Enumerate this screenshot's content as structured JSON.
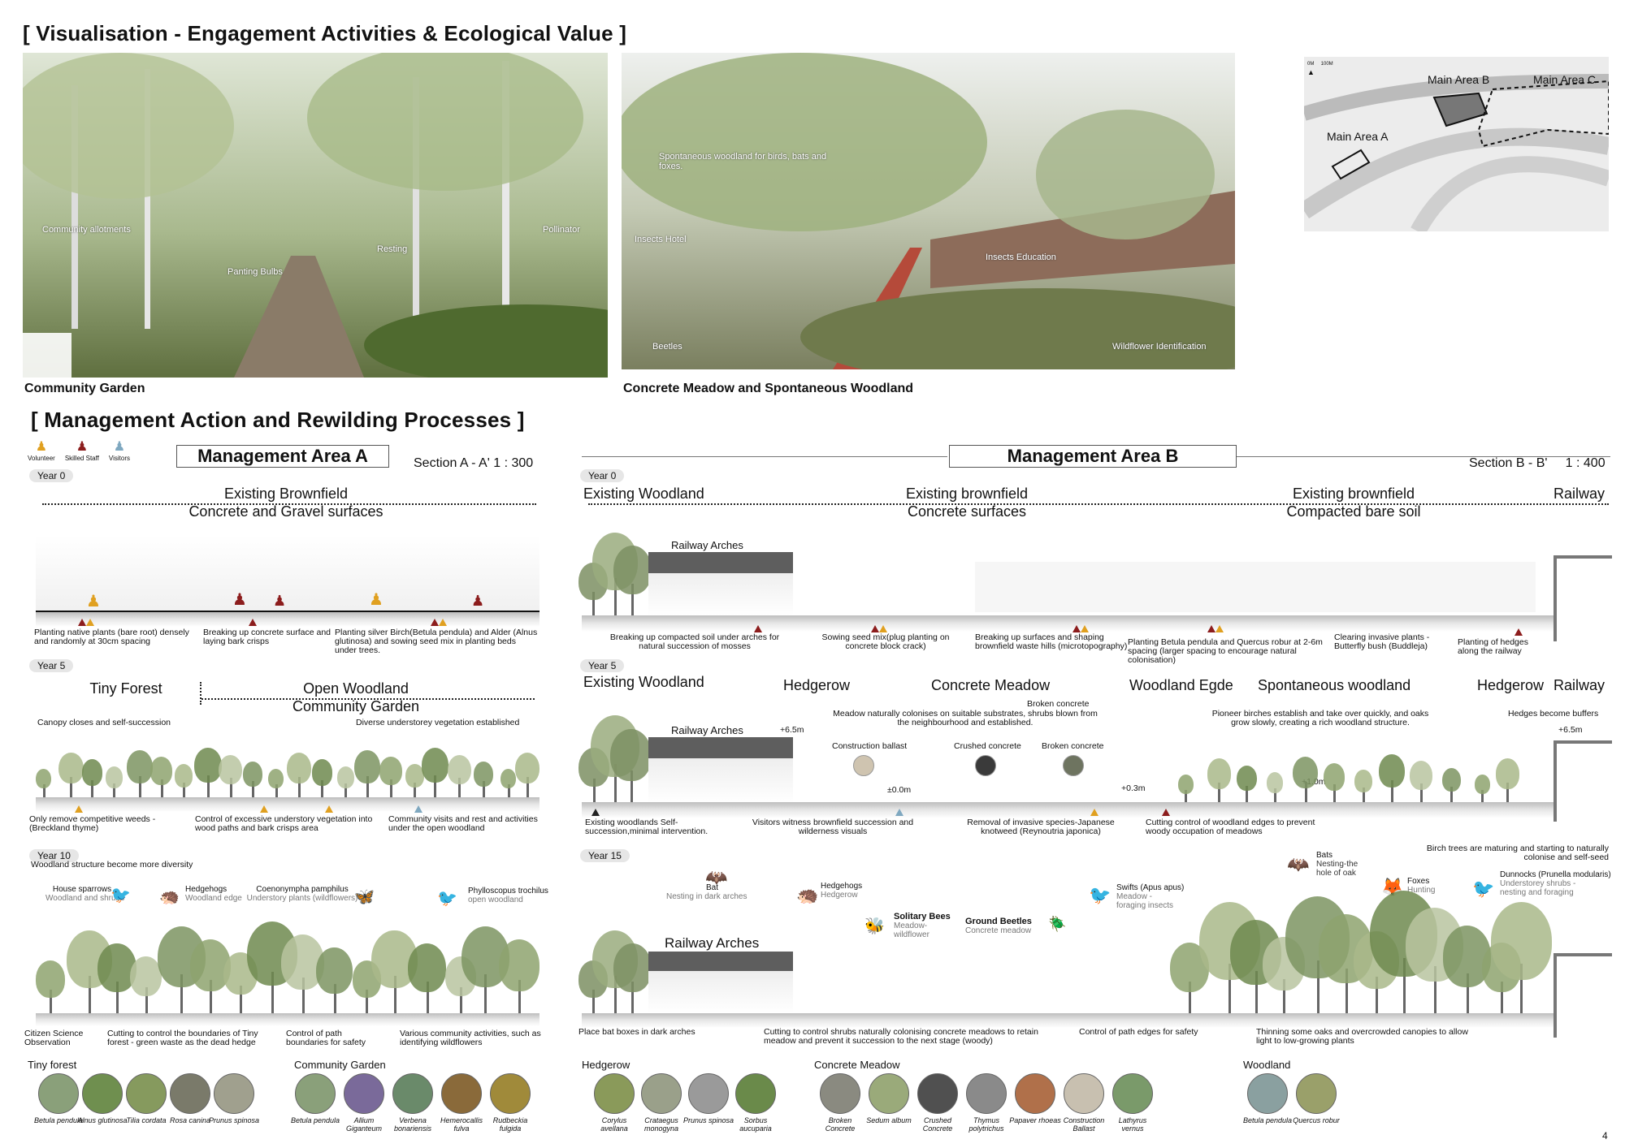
{
  "titles": {
    "visualisation": "[  Visualisation - Engagement Activities & Ecological Value ]",
    "management": "[  Management Action and Rewilding Processes ]"
  },
  "photo1": {
    "caption": "Community Garden",
    "labels": [
      "Community allotments",
      "Panting Bulbs",
      "Resting",
      "Pollinator"
    ]
  },
  "photo2": {
    "caption": "Concrete Meadow and Spontaneous Woodland",
    "labels": [
      "Spontaneous woodland for birds, bats and foxes.",
      "Insects Hotel",
      "Insects Education",
      "Beetles",
      "Wildflower Identification"
    ]
  },
  "map": {
    "scale": "0M     100M",
    "area_a": "Main Area A",
    "area_b": "Main Area B",
    "area_c": "Main Area C"
  },
  "legend": [
    "Volunteer",
    "Skilled Staff",
    "Visitors"
  ],
  "colors": {
    "volunteer": "#e0a020",
    "staff": "#8c1d1d",
    "visitor": "#7fa8c0"
  },
  "areaA": {
    "title": "Management Area A",
    "section": "Section A - A'  1 : 300",
    "year0": {
      "tag": "Year 0",
      "h1": "Existing Brownfield",
      "h2": "Concrete and Gravel surfaces",
      "notes": [
        "Planting native plants (bare root) densely and randomly at 30cm spacing",
        "Breaking up concrete surface and laying bark crisps",
        "Planting silver Birch(Betula pendula) and Alder (Alnus glutinosa) and sowing seed mix in planting beds under trees."
      ]
    },
    "year5": {
      "tag": "Year 5",
      "h_left": "Tiny Forest",
      "h_right": "Open Woodland",
      "h_right2": "Community Garden",
      "top_left": "Canopy closes and self-succession",
      "top_right": "Diverse understorey vegetation established",
      "notes": [
        "Only remove competitive weeds - (Breckland thyme)",
        "Control of excessive understory vegetation into wood paths and bark crisps area",
        "Community visits and rest and activities under the open woodland"
      ]
    },
    "year10": {
      "tag": "Year 10",
      "subtitle": "Woodland structure become more diversity",
      "animals": [
        {
          "name": "House sparrows",
          "sub": "Woodland and shrubs"
        },
        {
          "name": "Hedgehogs",
          "sub": "Woodland edge"
        },
        {
          "name": "Coenonympha pamphilus",
          "sub": "Understory plants (wildflowers)"
        },
        {
          "name": "Phylloscopus trochilus",
          "sub": "open woodland"
        }
      ],
      "notes": [
        "Citizen Science Observation",
        "Cutting to control the boundaries of Tiny forest - green waste as the dead hedge",
        "Control of path boundaries for safety",
        "Various community activities, such as identifying wildflowers"
      ]
    },
    "species": {
      "tiny_label": "Tiny forest",
      "tiny": [
        {
          "name": "Betula pendula",
          "color": "#8aa07a"
        },
        {
          "name": "Alnus glutinosa",
          "color": "#6f8f4f"
        },
        {
          "name": "Tilia cordata",
          "color": "#869a5e"
        },
        {
          "name": "Rosa canina",
          "color": "#7a7a6a"
        },
        {
          "name": "Prunus spinosa",
          "color": "#a0a08e"
        }
      ],
      "garden_label": "Community Garden",
      "garden": [
        {
          "name": "Betula pendula",
          "color": "#8aa07a"
        },
        {
          "name": "Allium Giganteum",
          "color": "#7a6a9a"
        },
        {
          "name": "Verbena bonariensis",
          "color": "#6a8a6a"
        },
        {
          "name": "Hemerocallis fulva",
          "color": "#8a6a3a"
        },
        {
          "name": "Rudbeckia fulgida",
          "color": "#a08a3a"
        }
      ]
    }
  },
  "areaB": {
    "title": "Management Area B",
    "section": "Section B - B'     1 : 400",
    "year0": {
      "tag": "Year 0",
      "h_wood": "Existing Woodland",
      "h_brown1": "Existing brownfield",
      "h_brown1b": "Concrete surfaces",
      "h_brown2": "Existing brownfield",
      "h_brown2b": "Compacted bare soil",
      "h_rail": "Railway",
      "arches": "Railway Arches",
      "notes": [
        "Breaking up compacted soil under arches for natural succession of mosses",
        "Sowing seed mix(plug planting on concrete block crack)",
        "Breaking up surfaces and shaping brownfield waste hills (microtopography)",
        "Planting Betula pendula and Quercus robur at 2-6m spacing (larger spacing to encourage natural colonisation)",
        "Clearing invasive plants -Butterfly bush (Buddleja)",
        "Planting of hedges along the railway"
      ]
    },
    "year5": {
      "tag": "Year 5",
      "h_wood": "Existing Woodland",
      "h_hedge": "Hedgerow",
      "h_meadow": "Concrete Meadow",
      "h_edge": "Woodland Egde",
      "h_spont": "Spontaneous woodland",
      "h_hedge2": "Hedgerow",
      "h_rail": "Railway",
      "arches": "Railway Arches",
      "meadow_note": "Meadow naturally colonises on suitable substrates, shrubs blown from the neighbourhood and established.",
      "pioneer_note": "Pioneer birches establish and take over quickly, and oaks grow slowly, creating a rich woodland structure.",
      "buffer_note": "Hedges become buffers",
      "level1": "+6.5m",
      "level2": "+6.5m",
      "level0": "±0.0m",
      "level3": "+0.3m",
      "level4": "+1.0m",
      "mat_ballast": "Construction ballast",
      "mat_crushed": "Crushed concrete",
      "mat_broken": "Broken concrete",
      "mat_broken_top": "Broken concrete",
      "notes": [
        "Existing woodlands Self-succession,minimal intervention.",
        "Visitors witness brownfield succession and wilderness visuals",
        "Removal of invasive species-Japanese knotweed (Reynoutria japonica)",
        "Cutting control of woodland edges to prevent woody occupation of meadows"
      ]
    },
    "year15": {
      "tag": "Year 15",
      "arches": "Railway Arches",
      "birch_note": "Birch trees are maturing and starting to naturally colonise and self-seed",
      "animals": [
        {
          "name": "Bat",
          "sub": "Nesting in dark arches"
        },
        {
          "name": "Hedgehogs",
          "sub": "Hedgerow"
        },
        {
          "name": "Solitary Bees",
          "sub": "Meadow-wildflower"
        },
        {
          "name": "Ground Beetles",
          "sub": "Concrete meadow"
        },
        {
          "name": "Swifts (Apus apus)",
          "sub": "Meadow - foraging insects"
        },
        {
          "name": "Bats",
          "sub": "Nesting-the hole of oak"
        },
        {
          "name": "Foxes",
          "sub": "Hunting"
        },
        {
          "name": "Dunnocks (Prunella modularis)",
          "sub": "Understorey shrubs - nesting and foraging"
        }
      ],
      "notes": [
        "Place bat boxes in dark arches",
        "Cutting to control shrubs naturally colonising concrete meadows to retain meadow and prevent it succession to the next stage (woody)",
        "Control of path edges for safety",
        "Thinning some oaks and overcrowded canopies to allow light to low-growing plants"
      ]
    },
    "species": {
      "hedge_label": "Hedgerow",
      "hedge": [
        {
          "name": "Corylus avellana",
          "color": "#8a9a5a"
        },
        {
          "name": "Crataegus monogyna",
          "color": "#9aa08a"
        },
        {
          "name": "Prunus spinosa",
          "color": "#9a9a9a"
        },
        {
          "name": "Sorbus aucuparia",
          "color": "#6a8a4a"
        }
      ],
      "meadow_label": "Concrete Meadow",
      "meadow": [
        {
          "name": "Broken Concrete",
          "color": "#8a8a80"
        },
        {
          "name": "Sedum album",
          "color": "#9aaa7a"
        },
        {
          "name": "Crushed Concrete",
          "color": "#505050"
        },
        {
          "name": "Thymus polytrichus",
          "color": "#8a8a8a"
        },
        {
          "name": "Papaver rhoeas",
          "color": "#b0704a"
        },
        {
          "name": "Construction Ballast",
          "color": "#c8c0b0"
        },
        {
          "name": "Lathyrus vernus",
          "color": "#7a9a6a"
        }
      ],
      "wood_label": "Woodland",
      "wood": [
        {
          "name": "Betula pendula",
          "color": "#8aa0a0"
        },
        {
          "name": "Quercus robur",
          "color": "#9aa06a"
        }
      ]
    }
  },
  "page_number": "4"
}
